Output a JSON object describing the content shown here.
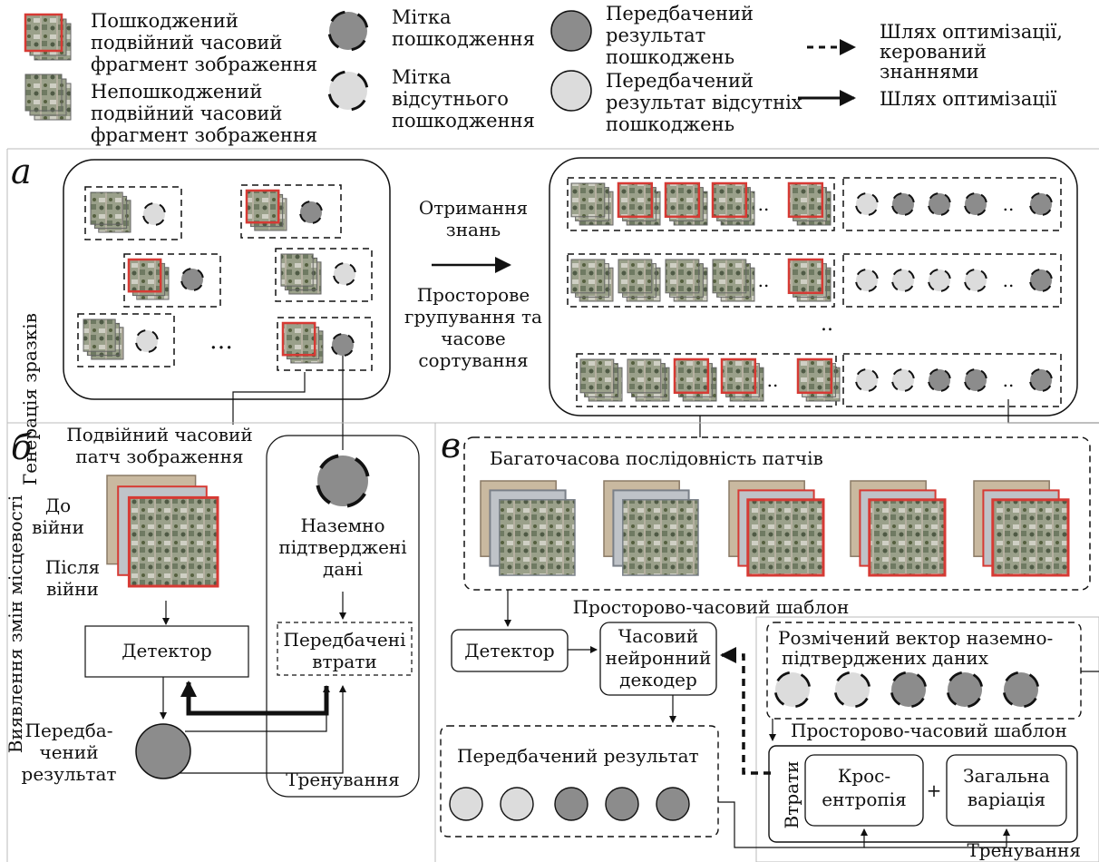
{
  "legend": {
    "damaged_patch": [
      "Пошкоджений",
      "подвійний часовий",
      "фрагмент зображення"
    ],
    "undamaged_patch": [
      "Непошкоджений",
      "подвійний часовий",
      "фрагмент зображення"
    ],
    "damage_label": [
      "Мітка",
      "пошкодження"
    ],
    "no_damage_label": [
      "Мітка",
      "відсутнього",
      "пошкодження"
    ],
    "pred_damage": [
      "Передбачений",
      "результат",
      "пошкоджень"
    ],
    "pred_no_damage": [
      "Передбачений",
      "результат відсутніх",
      "пошкоджень"
    ],
    "knowledge_path": [
      "Шлях оптимізації,",
      "керований",
      "знаннями"
    ],
    "opt_path": "Шлях оптимізації"
  },
  "panel_a": {
    "letter": "а",
    "side_label": "Генерація зразків",
    "knowledge": [
      "Отримання",
      "знань"
    ],
    "grouping": [
      "Просторове",
      "групування та",
      "часове",
      "сортування"
    ],
    "ellipsis": "…",
    "dots": ".."
  },
  "panel_b": {
    "letter": "б",
    "side_label": "Виявлення змін місцевості",
    "patch_title": [
      "Подвійний часовий",
      "патч зображення"
    ],
    "before": [
      "До",
      "війни"
    ],
    "after": [
      "Після",
      "війни"
    ],
    "ground_truth": [
      "Наземно",
      "підтверджені",
      "дані"
    ],
    "detector": "Детектор",
    "pred_loss": [
      "Передбачені",
      "втрати"
    ],
    "predicted": [
      "Передба-",
      "чений",
      "результат"
    ],
    "training": "Тренування"
  },
  "panel_c": {
    "letter": "в",
    "sequence_title": "Багаточасова послідовність патчів",
    "st_template_1": "Просторово-часовий шаблон",
    "detector": "Детектор",
    "decoder": [
      "Часовий",
      "нейронний",
      "декодер"
    ],
    "gt_vector": [
      "Розмічений вектор наземно-",
      "підтверджених даних"
    ],
    "st_template_2": "Просторово-часовий шаблон",
    "pred_result": "Передбачений результат",
    "losses": "Втрати",
    "cross_entropy": [
      "Крос-",
      "ентропія"
    ],
    "plus": "+",
    "total_variation": [
      "Загальна",
      "варіація"
    ],
    "training": "Тренування"
  },
  "colors": {
    "damage_gray": "#8c8c8c",
    "no_damage_gray": "#dcdcdc",
    "red_frame": "#d63a34",
    "line": "#111111"
  }
}
